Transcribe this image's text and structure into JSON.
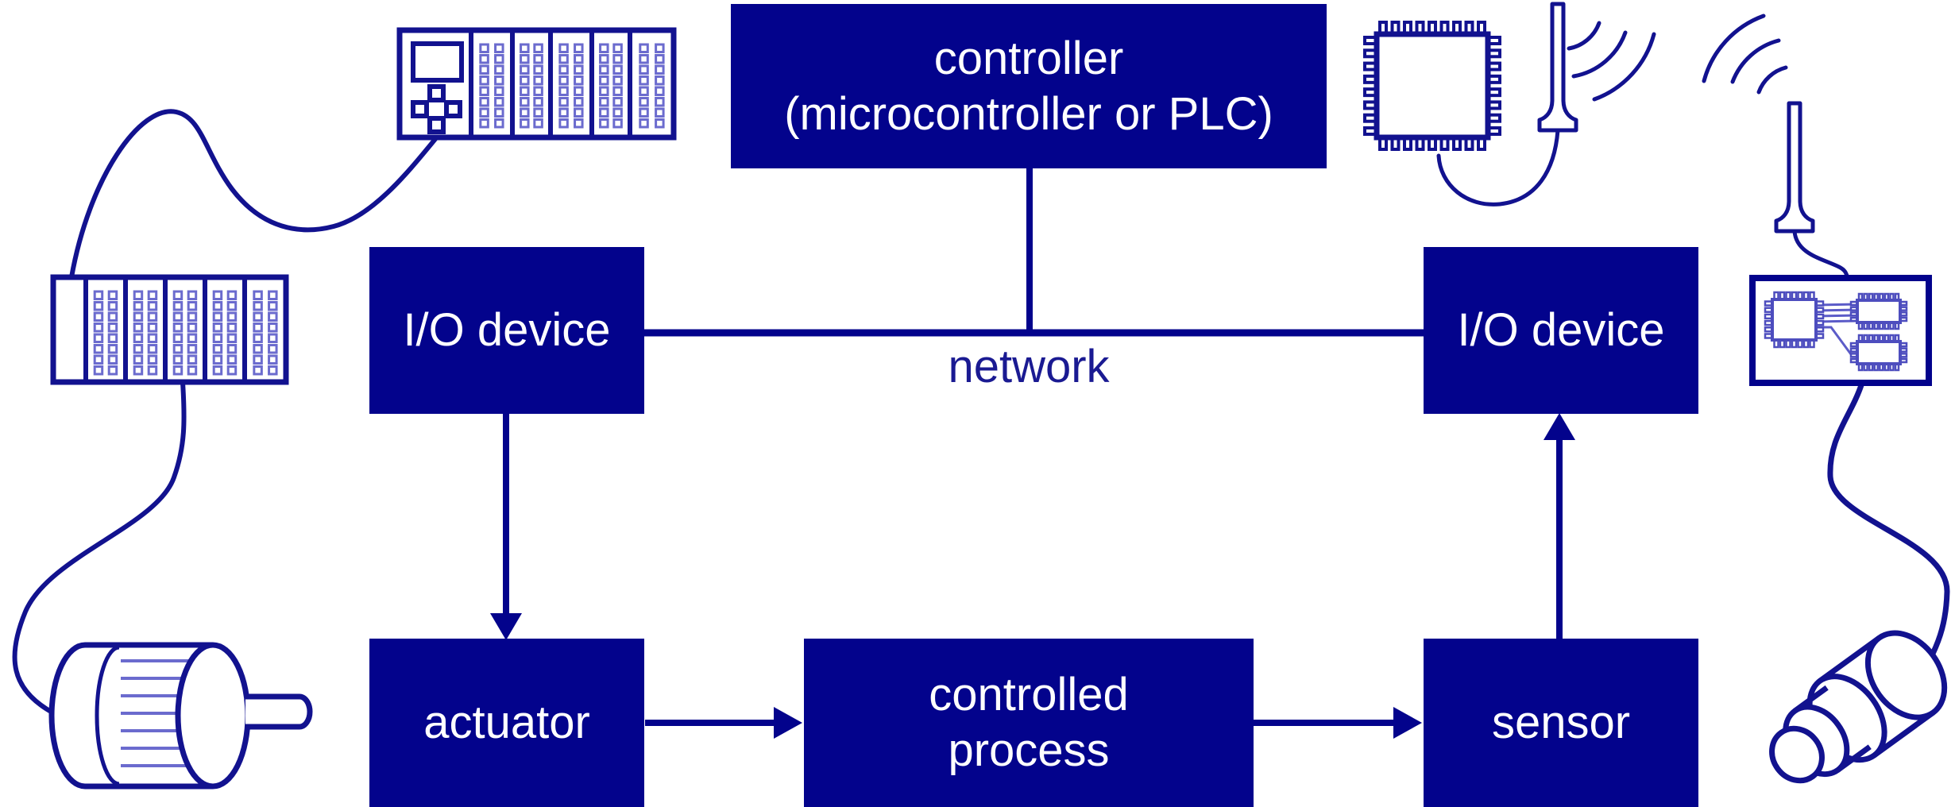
{
  "theme": {
    "navy": "#03038C",
    "stroke": "#12128F",
    "light_square": "#6B6BCE",
    "chip_stroke": "#4D4DBE",
    "trace": "#5C5CC8",
    "box_text": "#FFFFFF",
    "label_text": "#1A1A92"
  },
  "boxes": {
    "controller": {
      "lines": [
        "controller",
        "(microcontroller or PLC)"
      ]
    },
    "io_left": {
      "label": "I/O device"
    },
    "io_right": {
      "label": "I/O device"
    },
    "actuator": {
      "label": "actuator"
    },
    "process": {
      "lines": [
        "controlled",
        "process"
      ]
    },
    "sensor": {
      "label": "sensor"
    }
  },
  "labels": {
    "network": "network"
  },
  "icons": {
    "top_left": "plc-rack-icon",
    "left": "plc-rack-icon",
    "top_right": "microcontroller-chip-icon",
    "antennas": "antenna-icon",
    "waves": "wireless-waves-icon",
    "right": "circuit-board-icon",
    "bottom_left": "motor-icon",
    "bottom_right": "roller-sensor-icon"
  }
}
